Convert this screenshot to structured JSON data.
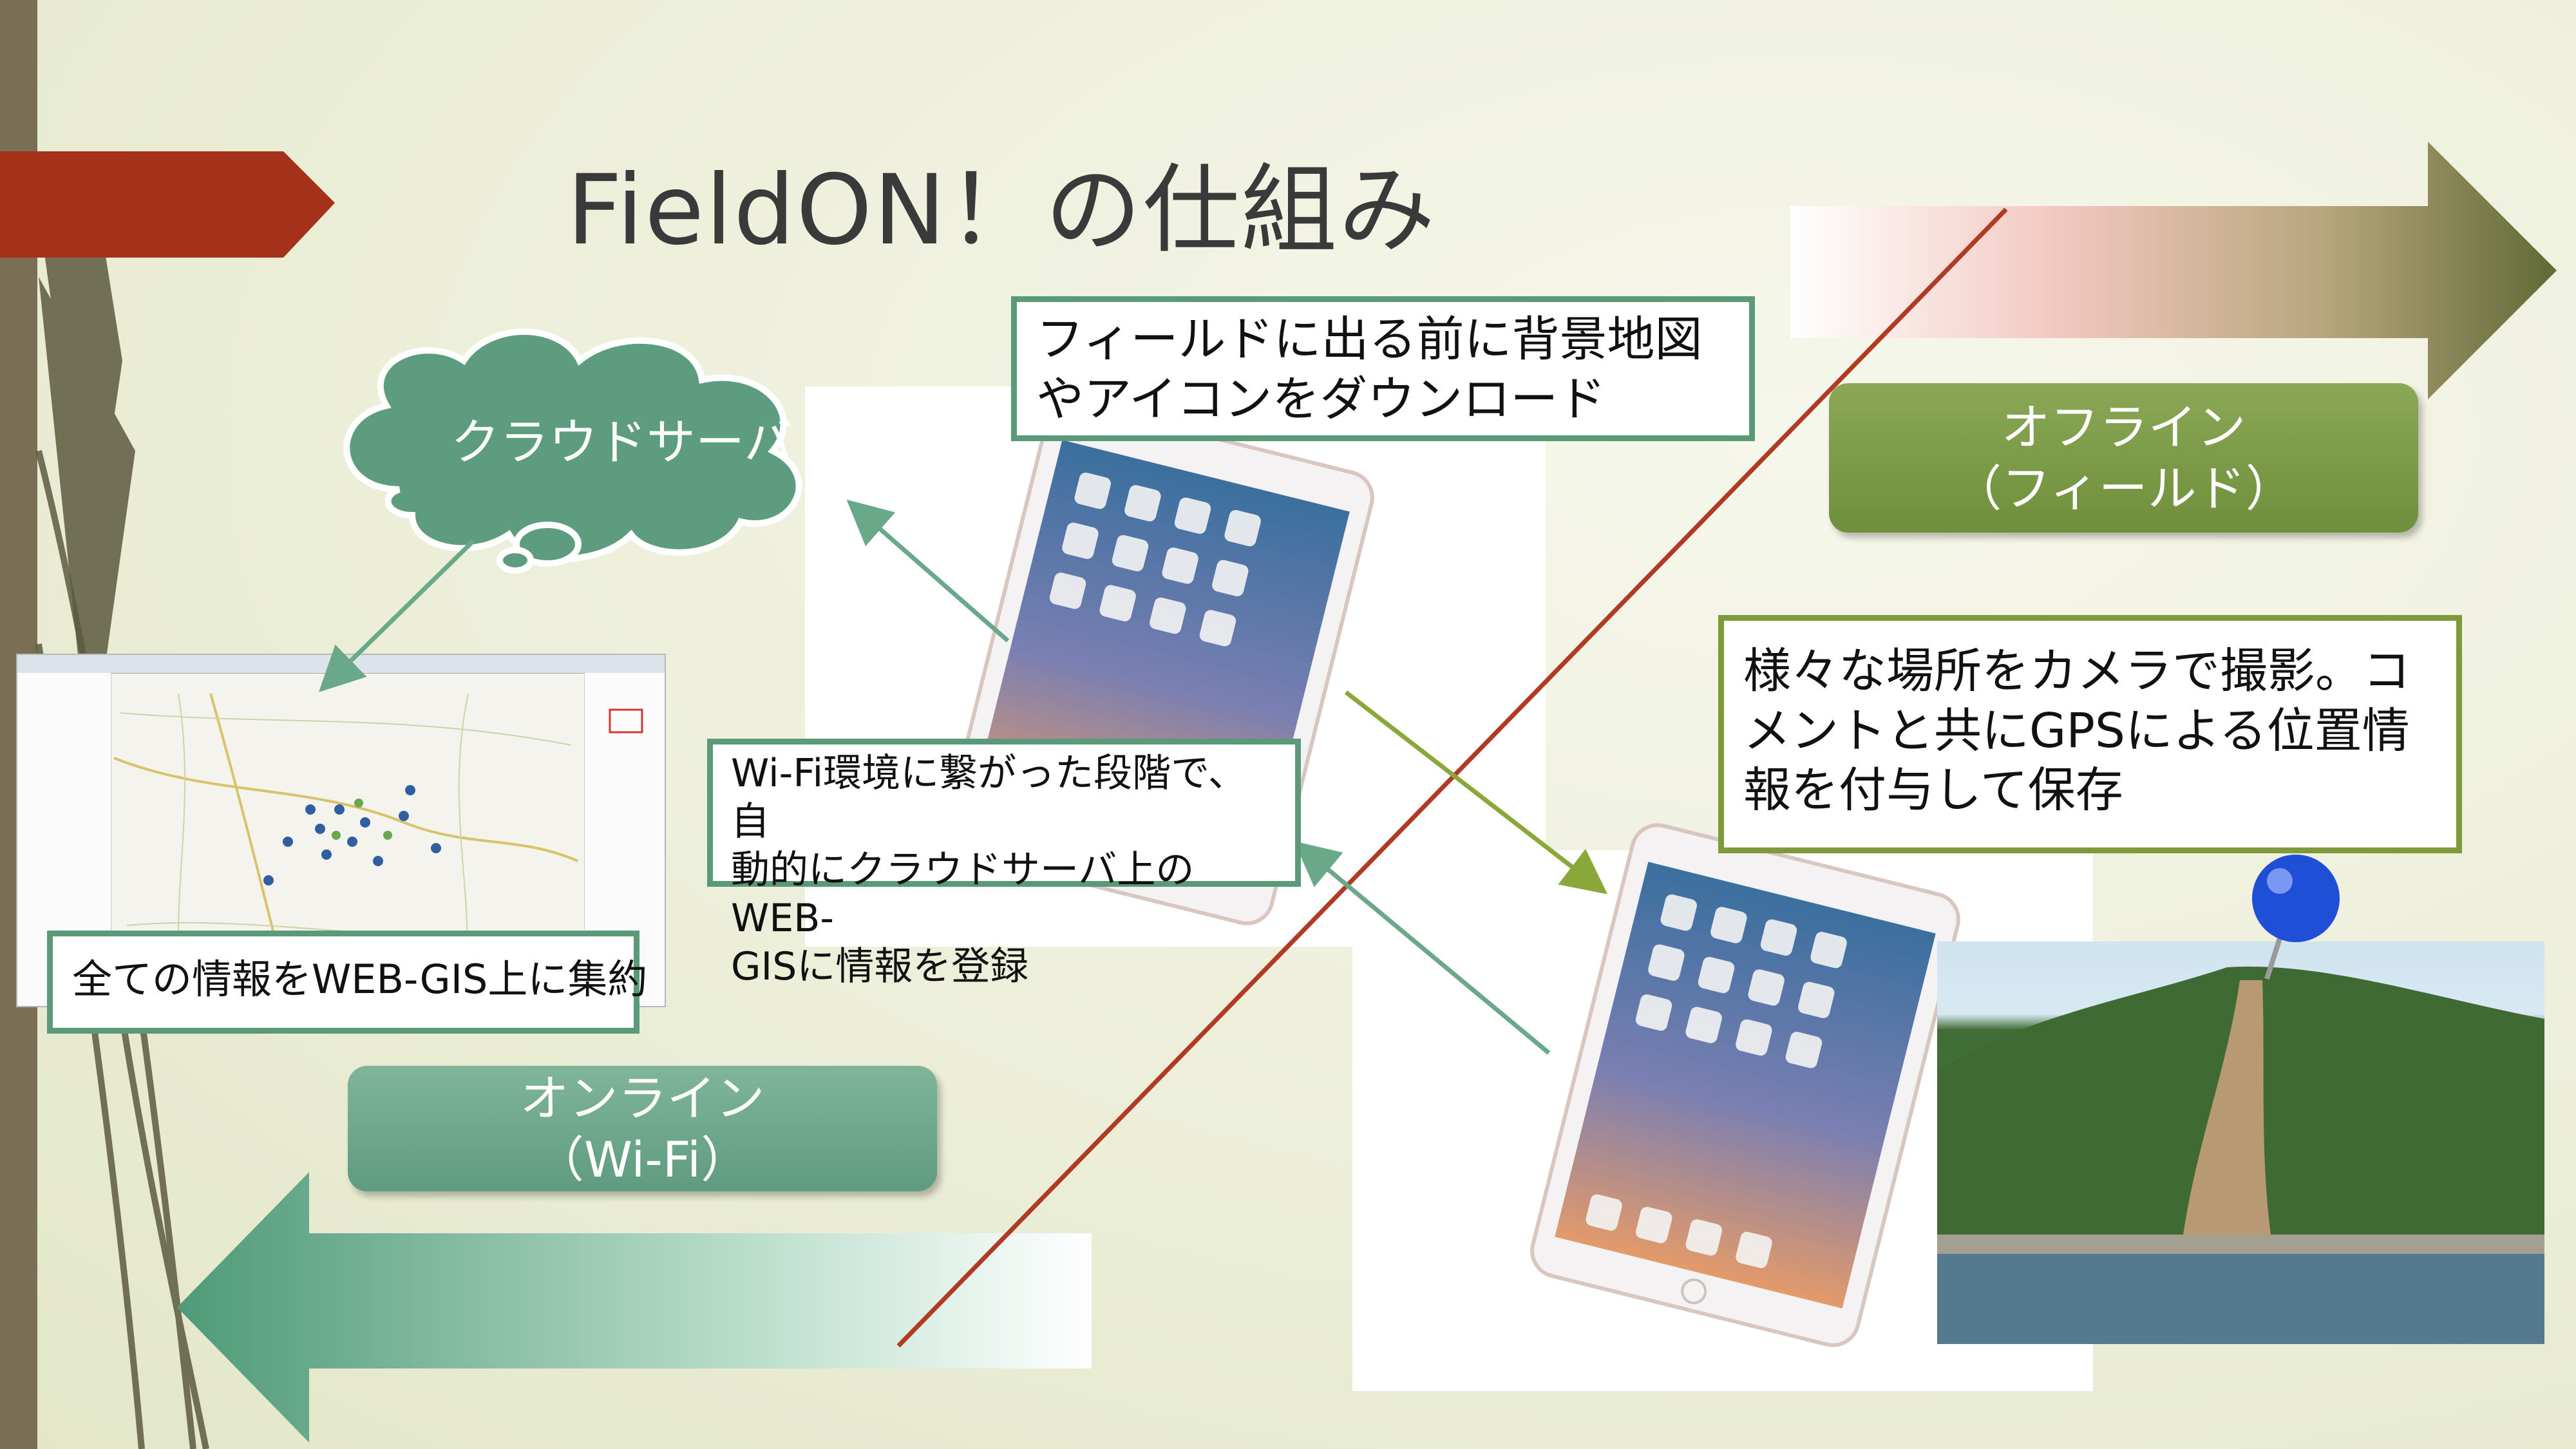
{
  "title": "FieldON！の仕組み",
  "cloud": {
    "label": "クラウドサーバ"
  },
  "boxes": {
    "download": "フィールドに出る前に背景地図\nやアイコンをダウンロード",
    "camera": "様々な場所をカメラで撮影。コ\nメントと共にGPSによる位置情\n報を付与して保存",
    "wifi_register": "Wi-Fi環境に繋がった段階で、自\n動的にクラウドサーバ上のWEB-\nGISに情報を登録",
    "webgis": "全ての情報をWEB-GIS上に集約"
  },
  "pills": {
    "offline_line1": "オフライン",
    "offline_line2": "（フィールド）",
    "online_line1": "オンライン",
    "online_line2": "（Wi-Fi）"
  },
  "colors": {
    "accent_red": "#a5311a",
    "online_green": "#6aa88a",
    "offline_olive": "#7f9a3a",
    "divider_red": "#b03a24"
  },
  "icons": [
    "cloud-icon",
    "tablet-icon",
    "map-pin-icon",
    "arrow-right-icon",
    "arrow-left-icon"
  ]
}
